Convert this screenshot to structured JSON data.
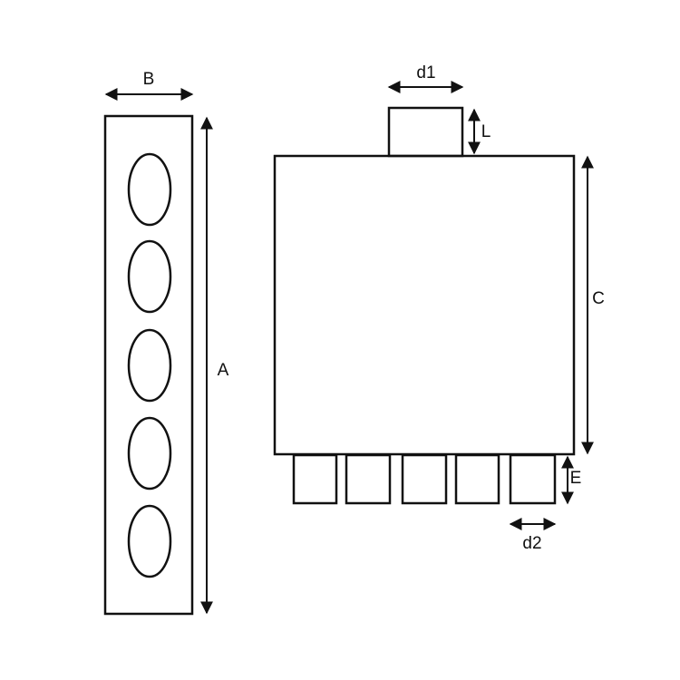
{
  "labels": {
    "a": "A",
    "b": "B",
    "c": "C",
    "d1": "d1",
    "d2": "d2",
    "e": "E",
    "l": "L"
  },
  "colors": {
    "stroke": "#111111",
    "background": "#ffffff"
  }
}
